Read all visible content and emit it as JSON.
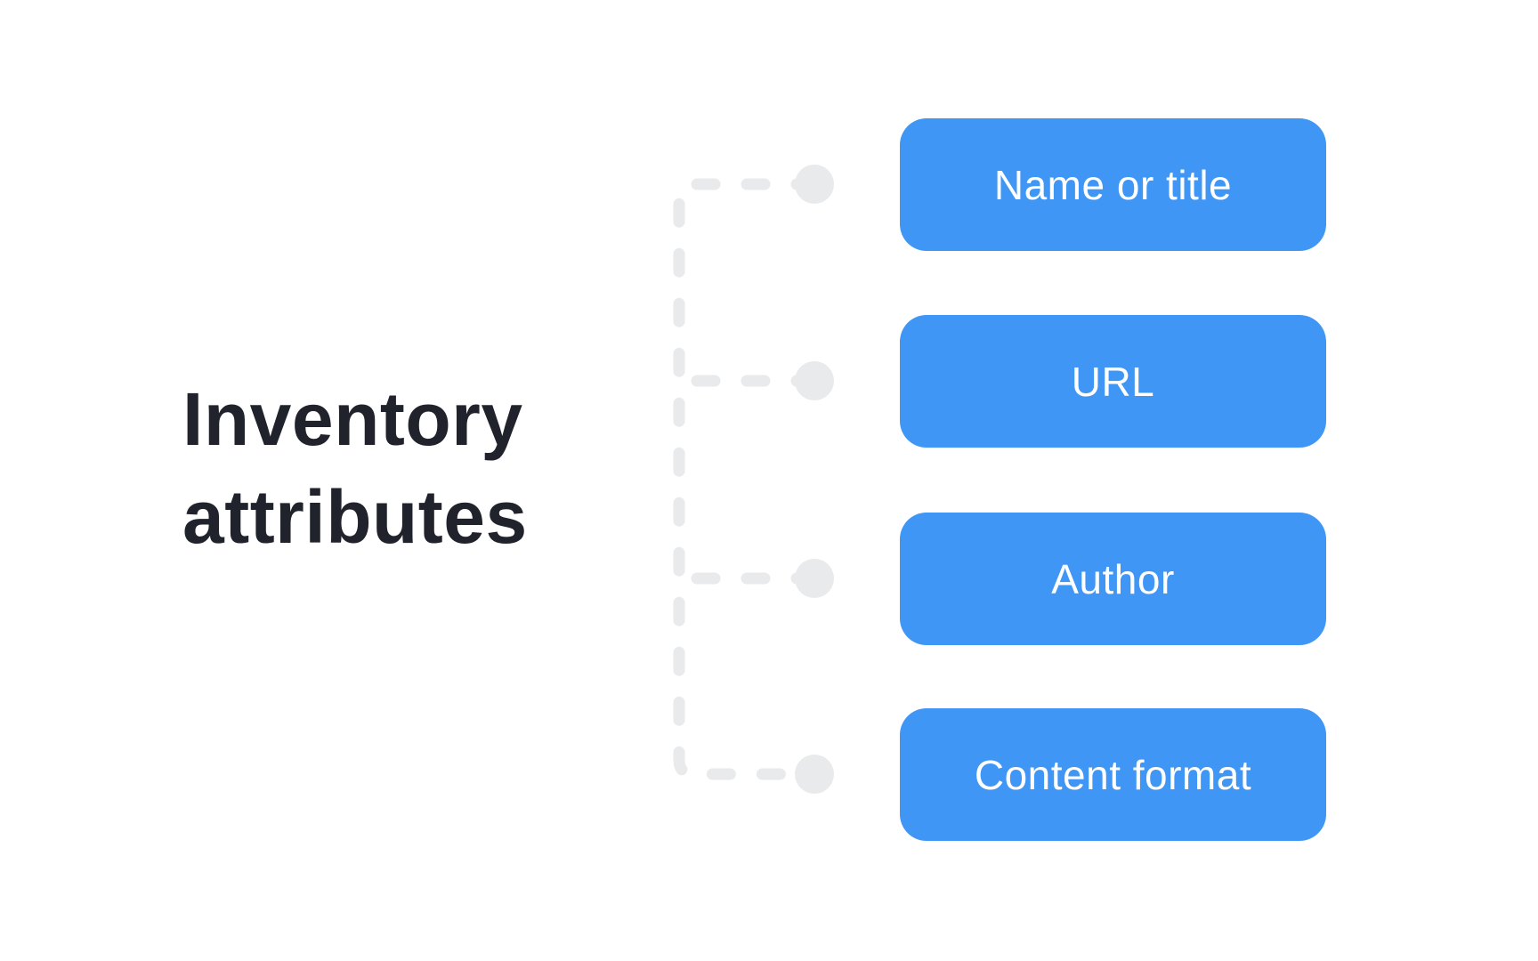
{
  "diagram": {
    "title": "Inventory attributes",
    "nodes": [
      {
        "label": "Name or title"
      },
      {
        "label": "URL"
      },
      {
        "label": "Author"
      },
      {
        "label": "Content format"
      }
    ]
  },
  "colors": {
    "background": "#ffffff",
    "title_text": "#20232c",
    "node_fill": "#3f96f5",
    "node_text": "#ffffff",
    "connector": "#e9eaec"
  }
}
